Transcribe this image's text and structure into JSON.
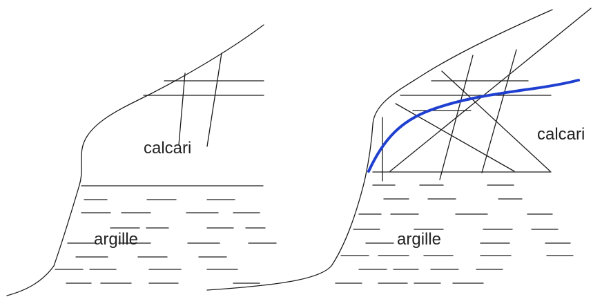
{
  "labels": {
    "left_limestone": "calcari",
    "left_clay": "argille",
    "right_limestone": "calcari",
    "right_clay": "argille"
  },
  "colors": {
    "line": "#1a1a1a",
    "slip_surface": "#1f3fd0",
    "background": "#ffffff"
  }
}
